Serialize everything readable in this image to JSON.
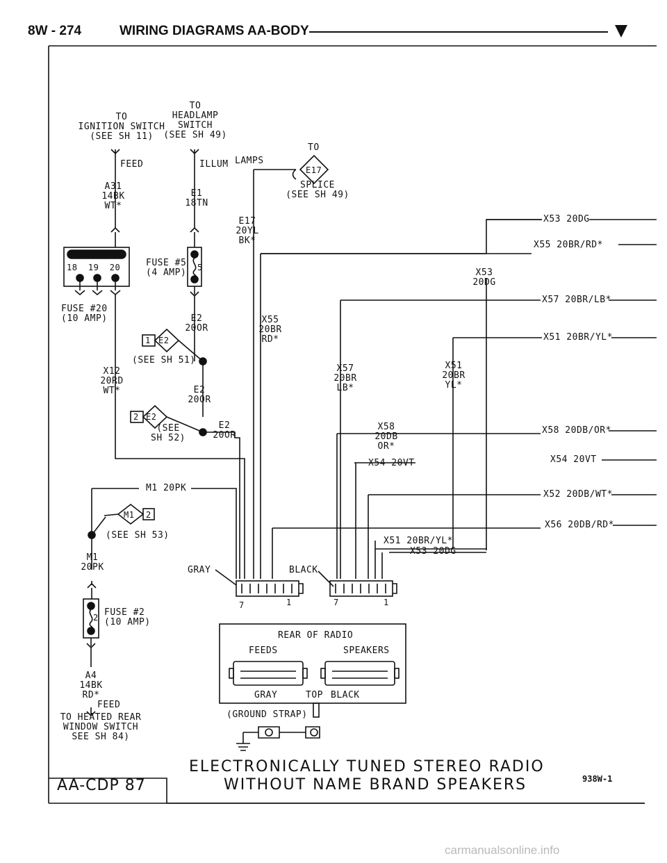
{
  "header": {
    "page": "8W - 274",
    "title": "WIRING DIAGRAMS AA-BODY"
  },
  "labels": {
    "to_ignition": "TO\nIGNITION SWITCH\n(SEE SH 11)",
    "to_headlamp": "TO\nHEADLAMP\nSWITCH\n(SEE SH 49)",
    "feed_top": "FEED",
    "illum": "ILLUM",
    "lamps": "LAMPS",
    "to_e17": "TO",
    "e17_node": "E17",
    "splice": "SPLICE\n(SEE SH 49)",
    "a31": "A31\n14BK\nWT*",
    "e1": "E1\n18TN",
    "e17_wire": "E17\n20YL\nBK*",
    "fuse_block_top": "18  19  20",
    "fuse5": "FUSE #5\n(4 AMP)",
    "fuse5_num": "5",
    "fuse20": "FUSE #20\n(10 AMP)",
    "e2_a": "E2\n20OR",
    "e2_conn1": "1",
    "e2_node": "E2",
    "see_sh51": "(SEE SH 51)",
    "x12": "X12\n20RD\nWT*",
    "e2_b": "E2\n20OR",
    "e2_conn2": "2",
    "see_sh52": "(SEE\nSH 52)",
    "e2_c": "E2\n20OR",
    "x55_mid": "X55\n20BR\nRD*",
    "x53_mid": "X53\n20DG",
    "x57_mid": "X57\n20BR\nLB*",
    "x51_mid": "X51\n20BR\nYL*",
    "x58_mid": "X58\n20DB\nOR*",
    "x54_mid": "X54 20VT",
    "m1_top": "M1 20PK",
    "m1_node": "M1",
    "m1_conn": "2",
    "see_sh53": "(SEE SH 53)",
    "m1_wire": "M1\n20PK",
    "x51_bottom": "X51 20BR/YL*",
    "x53_bottom": "X53 20DG",
    "gray_conn": "GRAY",
    "black_conn": "BLACK",
    "gray_pin7": "7",
    "gray_pin1": "1",
    "black_pin7": "7",
    "black_pin1": "1",
    "fuse2": "FUSE #2\n(10 AMP)",
    "fuse2_num": "2",
    "a4": "A4\n14BK\nRD*",
    "feed_bottom": "FEED",
    "to_heated": "TO HEATED REAR\nWINDOW SWITCH\nSEE SH 84)",
    "rear_radio": "REAR OF RADIO",
    "feeds": "FEEDS",
    "speakers": "SPEAKERS",
    "radio_gray": "GRAY",
    "radio_top": "TOP",
    "radio_black": "BLACK",
    "ground_strap": "(GROUND STRAP)"
  },
  "right_wires": [
    {
      "label": "X53 20DG"
    },
    {
      "label": "X55 20BR/RD*"
    },
    {
      "label": "X57 20BR/LB*"
    },
    {
      "label": "X51 20BR/YL*"
    },
    {
      "label": "X58 20DB/OR*"
    },
    {
      "label": "X54 20VT"
    },
    {
      "label": "X52 20DB/WT*"
    },
    {
      "label": "X56 20DB/RD*"
    }
  ],
  "footer": {
    "box": "AA-CDP 87",
    "title_line1": "ELECTRONICALLY TUNED STEREO RADIO",
    "title_line2": "WITHOUT NAME BRAND SPEAKERS",
    "code": "938W-1"
  },
  "watermark": "carmanualsonline.info"
}
